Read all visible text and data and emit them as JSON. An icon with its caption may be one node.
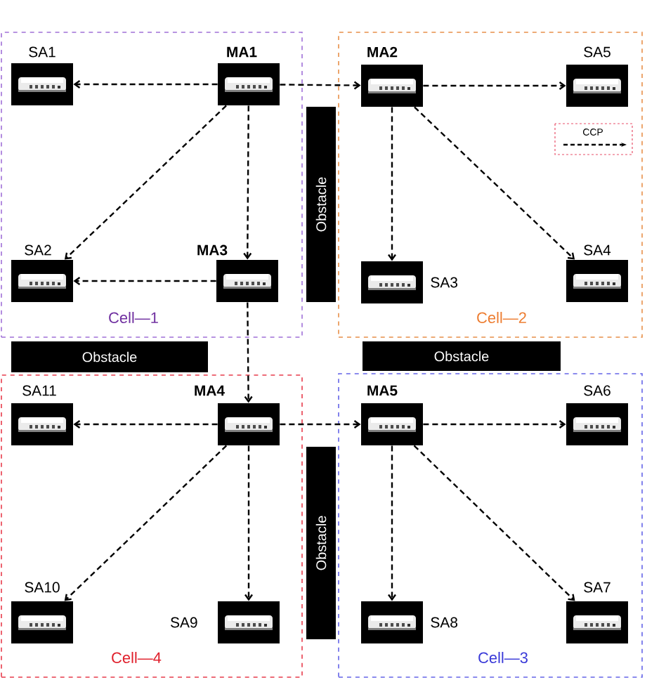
{
  "diagram": {
    "nodes": [
      {
        "text": [
          "Cell—1"
        ]
      },
      {
        "text": [],
        "shape": "picture",
        "beside": [
          "SA1"
        ],
        "in": 0
      },
      {
        "text": [],
        "shape": "picture",
        "beside": [
          "MA1"
        ],
        "in": 0
      },
      {
        "text": [],
        "shape": "picture",
        "beside": [
          "SA2"
        ],
        "in": 0
      },
      {
        "text": [],
        "shape": "picture",
        "beside": [
          "MA3"
        ],
        "in": 0
      },
      {
        "text": [
          "Obstacle"
        ]
      },
      {
        "text": [
          "Cell—2"
        ]
      },
      {
        "text": [],
        "shape": "picture",
        "beside": [
          "MA2"
        ],
        "in": 6
      },
      {
        "text": [],
        "shape": "picture",
        "beside": [
          "SA5"
        ],
        "in": 6
      },
      {
        "text": [],
        "shape": "picture",
        "beside": [
          "SA3"
        ],
        "in": 6
      },
      {
        "text": [],
        "shape": "picture",
        "beside": [
          "SA4"
        ],
        "in": 6
      },
      {
        "text": [
          "Obstacle"
        ]
      },
      {
        "text": [
          "Obstacle"
        ]
      },
      {
        "text": [
          "Cell—4"
        ]
      },
      {
        "text": [],
        "shape": "picture",
        "beside": [
          "SA11"
        ],
        "in": 13
      },
      {
        "text": [],
        "shape": "picture",
        "beside": [
          "MA4"
        ],
        "in": 13
      },
      {
        "text": [],
        "shape": "picture",
        "beside": [
          "SA10"
        ],
        "in": 13
      },
      {
        "text": [],
        "shape": "picture",
        "beside": [
          "SA9"
        ],
        "in": 13
      },
      {
        "text": [
          "Obstacle"
        ]
      },
      {
        "text": [
          "Cell—3"
        ]
      },
      {
        "text": [],
        "shape": "picture",
        "beside": [
          "MA5"
        ],
        "in": 19
      },
      {
        "text": [],
        "shape": "picture",
        "beside": [
          "SA6"
        ],
        "in": 19
      },
      {
        "text": [],
        "shape": "picture",
        "beside": [
          "SA8"
        ],
        "in": 19
      },
      {
        "text": [],
        "shape": "picture",
        "beside": [
          "SA7"
        ],
        "in": 19
      }
    ],
    "edges": [
      {
        "from": 2,
        "to": 1,
        "arrow": "to",
        "style": "dashed"
      },
      {
        "from": 2,
        "to": 7,
        "arrow": "to",
        "style": "dashed"
      },
      {
        "from": 7,
        "to": 8,
        "arrow": "to",
        "style": "dashed"
      },
      {
        "from": 2,
        "to": 3,
        "arrow": "to",
        "style": "dashed"
      },
      {
        "from": 2,
        "to": 4,
        "arrow": "to",
        "style": "dashed"
      },
      {
        "from": 4,
        "to": 3,
        "arrow": "to",
        "style": "dashed"
      },
      {
        "from": 7,
        "to": 9,
        "arrow": "to",
        "style": "dashed"
      },
      {
        "from": 7,
        "to": 10,
        "arrow": "to",
        "style": "dashed"
      },
      {
        "from": 4,
        "to": 15,
        "arrow": "to",
        "style": "dashed"
      },
      {
        "from": 15,
        "to": 14,
        "arrow": "to",
        "style": "dashed"
      },
      {
        "from": 15,
        "to": 20,
        "arrow": "to",
        "style": "dashed"
      },
      {
        "from": 20,
        "to": 21,
        "arrow": "to",
        "style": "dashed"
      },
      {
        "from": 15,
        "to": 16,
        "arrow": "to",
        "style": "dashed"
      },
      {
        "from": 15,
        "to": 17,
        "arrow": "to",
        "style": "dashed"
      },
      {
        "from": 20,
        "to": 22,
        "arrow": "to",
        "style": "dashed"
      },
      {
        "from": 20,
        "to": 23,
        "arrow": "to",
        "style": "dashed"
      }
    ],
    "legend": [
      {
        "text": "CCP"
      }
    ]
  }
}
